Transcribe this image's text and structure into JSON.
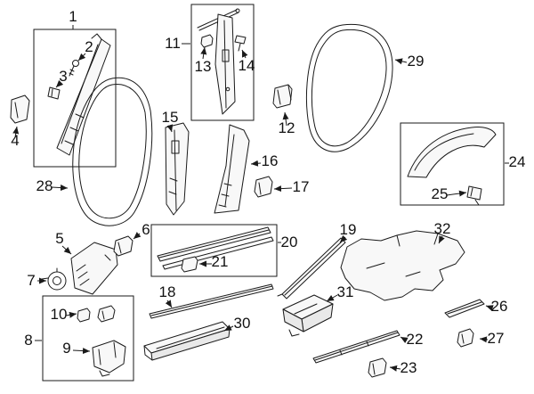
{
  "diagram": {
    "kind": "exploded-parts-diagram",
    "background_color": "#ffffff",
    "line_color": "#1a1a1a"
  },
  "callouts": {
    "c1": "1",
    "c2": "2",
    "c3": "3",
    "c4": "4",
    "c5": "5",
    "c6": "6",
    "c7": "7",
    "c8": "8",
    "c9": "9",
    "c10": "10",
    "c11": "11",
    "c12": "12",
    "c13": "13",
    "c14": "14",
    "c15": "15",
    "c16": "16",
    "c17": "17",
    "c18": "18",
    "c19": "19",
    "c20": "20",
    "c21": "21",
    "c22": "22",
    "c23": "23",
    "c24": "24",
    "c25": "25",
    "c26": "26",
    "c27": "27",
    "c28": "28",
    "c29": "29",
    "c30": "30",
    "c31": "31",
    "c32": "32"
  }
}
